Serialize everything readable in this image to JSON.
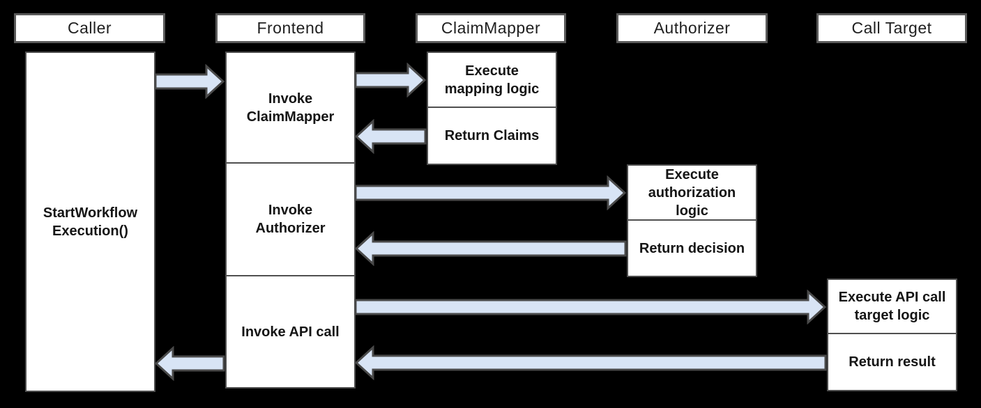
{
  "colors": {
    "background": "#000000",
    "box_fill": "#ffffff",
    "box_border": "#4f4f4f",
    "header_border": "#5a5a5a",
    "text": "#151515",
    "arrow_fill": "#d8e4f5",
    "arrow_stroke": "#4a4a4a"
  },
  "lanes": [
    {
      "header": "Caller"
    },
    {
      "header": "Frontend"
    },
    {
      "header": "ClaimMapper"
    },
    {
      "header": "Authorizer"
    },
    {
      "header": "Call Target"
    }
  ],
  "caller": {
    "activation": "StartWorkflow\nExecution()"
  },
  "frontend": {
    "steps": [
      "Invoke\nClaimMapper",
      "Invoke\nAuthorizer",
      "Invoke API call"
    ]
  },
  "claimmapper": {
    "steps": [
      "Execute\nmapping logic",
      "Return Claims"
    ]
  },
  "authorizer": {
    "steps": [
      "Execute\nauthorization\nlogic",
      "Return decision"
    ]
  },
  "calltarget": {
    "steps": [
      "Execute API call\ntarget logic",
      "Return result"
    ]
  },
  "messages": [
    {
      "from": "Caller",
      "to": "Frontend"
    },
    {
      "from": "Frontend",
      "to": "ClaimMapper"
    },
    {
      "from": "ClaimMapper",
      "to": "Frontend"
    },
    {
      "from": "Frontend",
      "to": "Authorizer"
    },
    {
      "from": "Authorizer",
      "to": "Frontend"
    },
    {
      "from": "Frontend",
      "to": "Call Target"
    },
    {
      "from": "Call Target",
      "to": "Frontend"
    },
    {
      "from": "Frontend",
      "to": "Caller"
    }
  ]
}
